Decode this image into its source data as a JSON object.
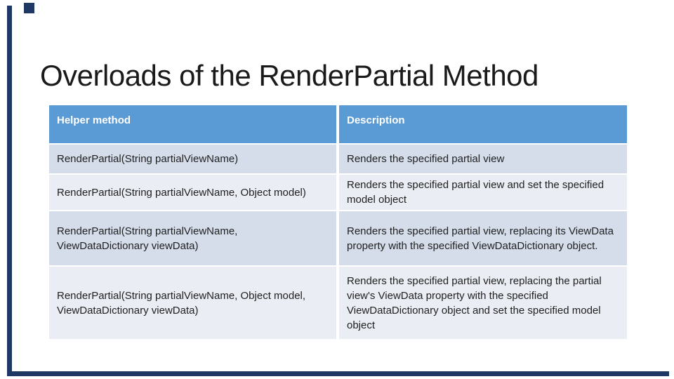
{
  "slide": {
    "title": "Overloads of the RenderPartial Method",
    "colors": {
      "header_bg": "#5B9BD5",
      "header_text": "#FFFFFF",
      "row_odd_bg": "#D5DDEB",
      "row_even_bg": "#EAEDF4",
      "body_text": "#1F1F1F",
      "border_accent": "#1F3864"
    },
    "table": {
      "columns": [
        "Helper method",
        "Description"
      ],
      "rows": [
        {
          "method": "RenderPartial(String partialViewName)",
          "description": "Renders the specified partial view"
        },
        {
          "method": "RenderPartial(String partialViewName, Object model)",
          "description": "Renders the specified partial view and set the specified model object"
        },
        {
          "method": "RenderPartial(String partialViewName, ViewDataDictionary viewData)",
          "description": "Renders the specified partial view, replacing its ViewData property with the specified ViewDataDictionary object."
        },
        {
          "method": "RenderPartial(String partialViewName, Object model, ViewDataDictionary viewData)",
          "description": "Renders the specified partial view, replacing the partial view's ViewData property with the specified ViewDataDictionary object and set the specified model object"
        }
      ]
    }
  }
}
